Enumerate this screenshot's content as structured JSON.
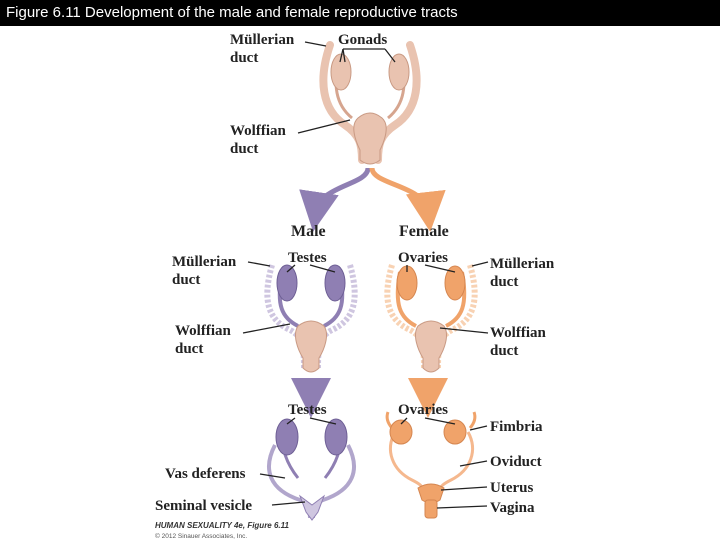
{
  "title": "Figure 6.11  Development of the male and female reproductive tracts",
  "labels": {
    "mullerian_top": [
      "Müllerian",
      "duct"
    ],
    "gonads": "Gonads",
    "wolffian_top": [
      "Wolffian",
      "duct"
    ],
    "male": "Male",
    "female": "Female",
    "testes_mid": "Testes",
    "ovaries_mid": "Ovaries",
    "mullerian_left": [
      "Müllerian",
      "duct"
    ],
    "wolffian_left": [
      "Wolffian",
      "duct"
    ],
    "mullerian_right": [
      "Müllerian",
      "duct"
    ],
    "wolffian_right": [
      "Wolffian",
      "duct"
    ],
    "testes_bottom": "Testes",
    "ovaries_bottom": "Ovaries",
    "vas_deferens": "Vas deferens",
    "seminal_vesicle": "Seminal vesicle",
    "fimbria": "Fimbria",
    "oviduct": "Oviduct",
    "uterus": "Uterus",
    "vagina": "Vagina"
  },
  "credit": "HUMAN SEXUALITY 4e, Figure 6.11",
  "copyright": "© 2012 Sinauer Associates, Inc.",
  "colors": {
    "indifferent": "#e9c3b0",
    "male": "#8f7fb3",
    "female": "#f0a36a",
    "male_light": "#cfc6e0",
    "female_light": "#f8d2b3"
  }
}
